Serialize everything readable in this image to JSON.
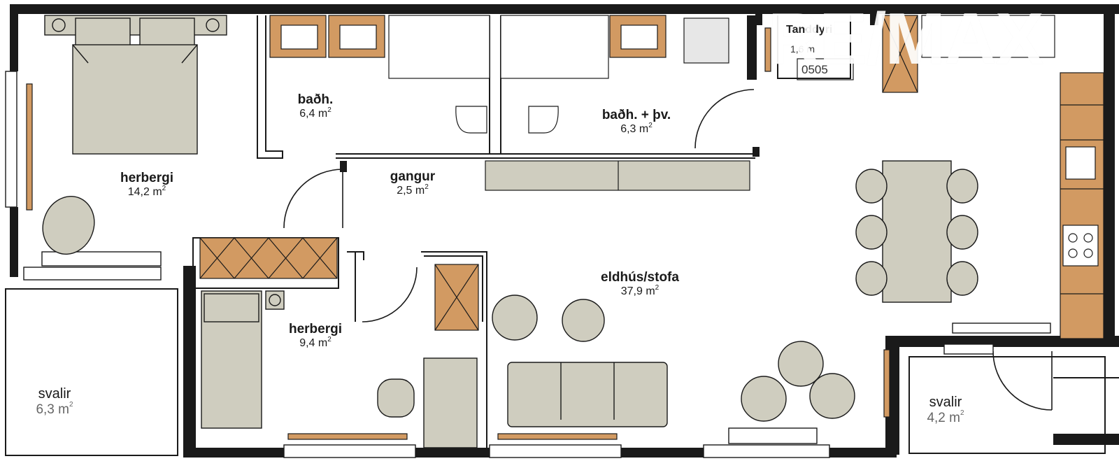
{
  "rooms": {
    "master_bedroom": {
      "name": "herbergi",
      "area": "14,2",
      "unit": "m",
      "exp": "2"
    },
    "bath1": {
      "name": "baðh.",
      "area": "6,4",
      "unit": "m",
      "exp": "2"
    },
    "bath2": {
      "name": "baðh. + þv.",
      "area": "6,3",
      "unit": "m",
      "exp": "2"
    },
    "hall": {
      "name": "gangur",
      "area": "2,5",
      "unit": "m",
      "exp": "2"
    },
    "bedroom2": {
      "name": "herbergi",
      "area": "9,4",
      "unit": "m",
      "exp": "2"
    },
    "living": {
      "name": "eldhús/stofa",
      "area": "37,9",
      "unit": "m",
      "exp": "2"
    },
    "balcony_left": {
      "name": "svalir",
      "area": "6,3",
      "unit": "m",
      "exp": "2"
    },
    "balcony_right": {
      "name": "svalir",
      "area": "4,2",
      "unit": "m",
      "exp": "2"
    }
  },
  "partial": {
    "label": "Tanddyri",
    "area": "1,6 m",
    "code": "0505"
  },
  "logo": {
    "text": "RE/MAX"
  },
  "colors": {
    "wall": "#1a1a1a",
    "furniture": "#cfcdbf",
    "furniture_stroke": "#222222",
    "wood": "#d29a62",
    "floor": "#ffffff"
  }
}
